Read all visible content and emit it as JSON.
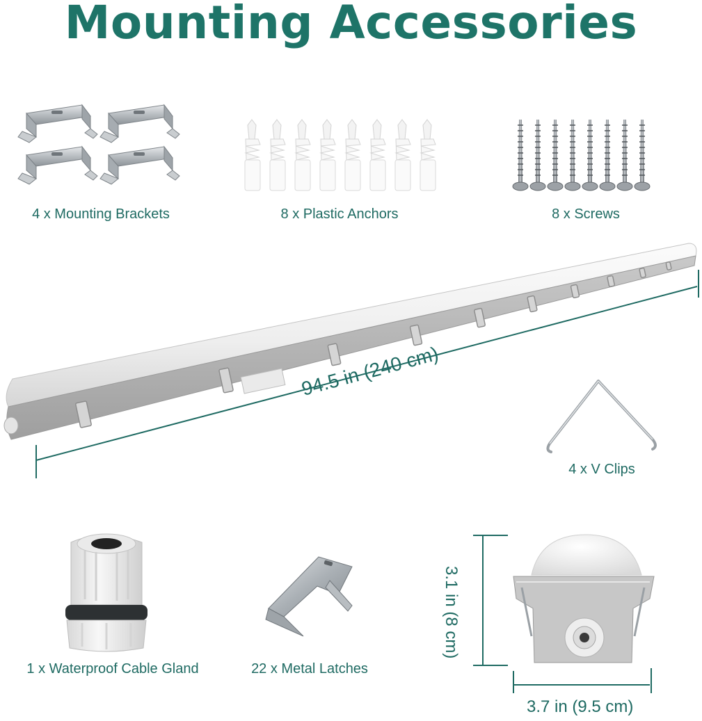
{
  "title": "Mounting Accessories",
  "accent_color": "#1e7468",
  "items": [
    {
      "label": "4 x Mounting Brackets",
      "icon": "mounting-brackets"
    },
    {
      "label": "8 x Plastic Anchors",
      "icon": "plastic-anchors"
    },
    {
      "label": "8 x Screws",
      "icon": "screws"
    },
    {
      "label": "4 x V Clips",
      "icon": "v-clip"
    },
    {
      "label": "1 x Waterproof Cable Gland",
      "icon": "cable-gland"
    },
    {
      "label": "22 x Metal Latches",
      "icon": "metal-latch"
    }
  ],
  "dimensions": {
    "length": "94.5 in (240 cm)",
    "height": "3.1 in (8 cm)",
    "width": "3.7 in (9.5 cm)"
  }
}
